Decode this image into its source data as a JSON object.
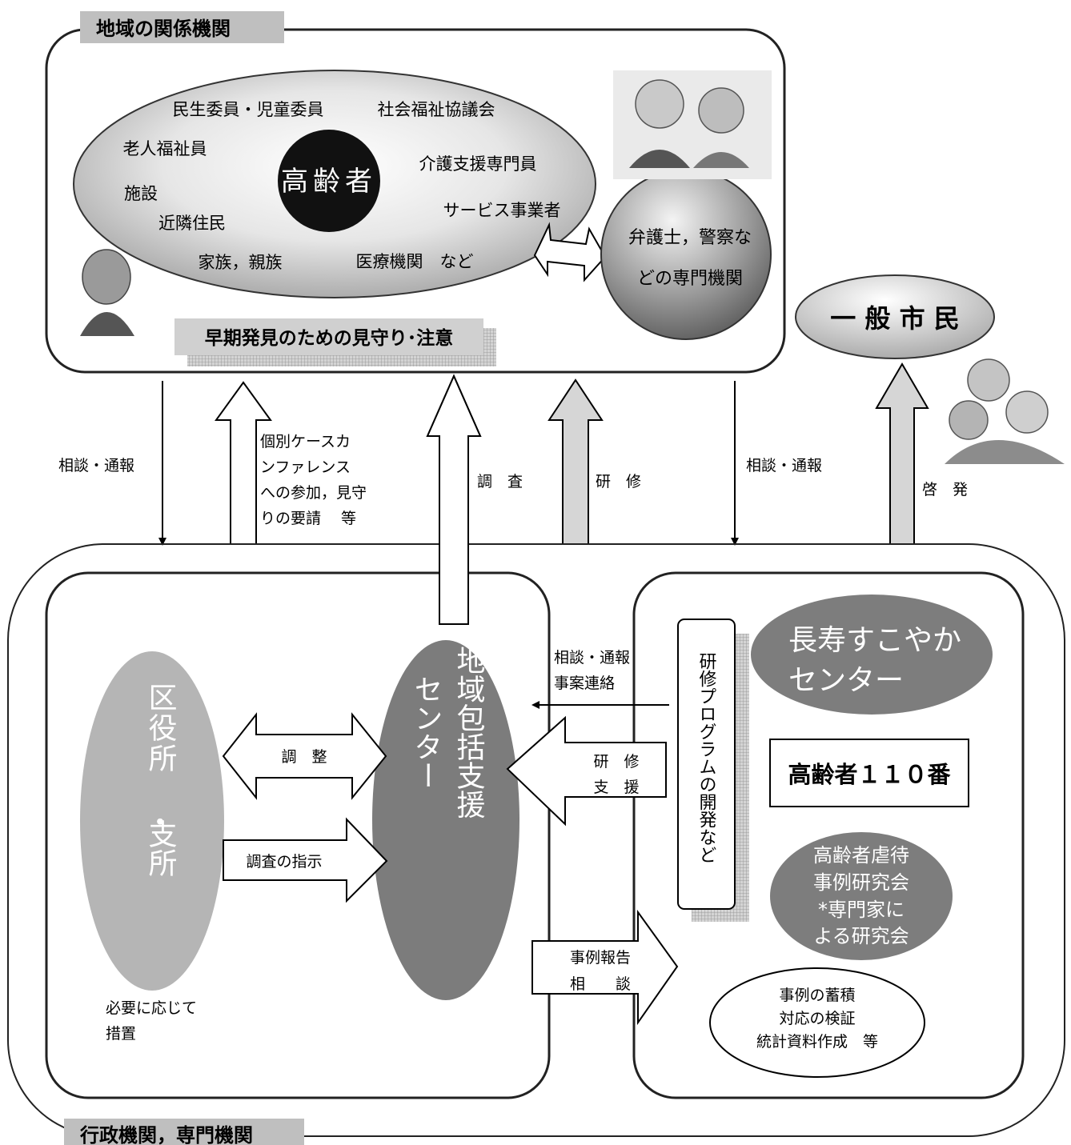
{
  "community_section": {
    "title": "地域の関係機関",
    "center": "高齢者",
    "members": [
      "民生委員・児童委員",
      "社会福祉協議会",
      "老人福祉員",
      "介護支援専門員",
      "施設",
      "サービス事業者",
      "近隣住民",
      "家族，親族",
      "医療機関　など"
    ],
    "specialists": [
      "弁護士，警察な",
      "どの専門機関"
    ],
    "watch_banner": "早期発見のための見守り･注意"
  },
  "citizens": {
    "label": "一 般 市 民"
  },
  "flows": {
    "consult_left": "相談・通報",
    "conference": [
      "個別ケースカ",
      "ンファレンス",
      "への参加，見守",
      "りの要請　 等"
    ],
    "survey": "調　査",
    "training": "研　修",
    "consult_right": "相談・通報",
    "enlighten": "啓　発"
  },
  "admin_section": {
    "title": "行政機関，専門機関",
    "ward_office": [
      "区役所",
      "・",
      "支所"
    ],
    "support_center": [
      "地域包括支援",
      "センター"
    ],
    "adjust": "調　整",
    "survey_order": "調査の指示",
    "measures": [
      "必要に応じて",
      "措置"
    ],
    "consult_notify": [
      "相談・通報",
      "事案連絡"
    ],
    "training_support": [
      "研　修",
      "支　援"
    ],
    "case_report": [
      "事例報告",
      "相　　談"
    ],
    "program_dev": "研修プログラムの開発など",
    "longevity_center": [
      "長寿すこやか",
      "センター"
    ],
    "hotline": "高齢者１１０番",
    "study_group": [
      "高齢者虐待",
      "事例研究会",
      "*専門家に",
      "よる研究会"
    ],
    "accumulation": [
      "事例の蓄積",
      "対応の検証",
      "統計資料作成　等"
    ]
  },
  "colors": {
    "dark": "#1e1e1e",
    "mid_gray": "#8a8a8a",
    "light_gray": "#b8b8b8",
    "pale": "#d9d9d9"
  }
}
